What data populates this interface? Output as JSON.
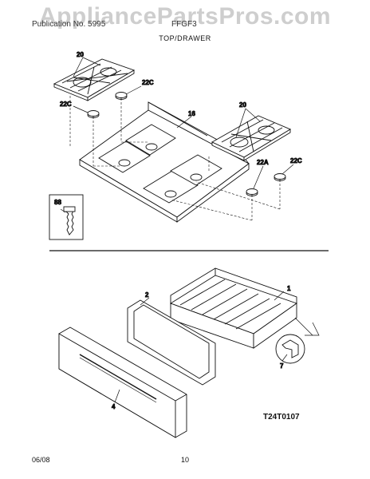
{
  "watermark": "AppliancePartsPros.com",
  "header": {
    "publication": "Publication No. 5995",
    "model": "FFGF3",
    "section_title": "TOP/DRAWER"
  },
  "callouts": {
    "grate_left": "20",
    "grate_right": "20",
    "cap_22c_a": "22C",
    "cap_22c_b": "22C",
    "cap_22c_c": "22C",
    "cap_22a": "22A",
    "cooktop": "16",
    "screw": "88",
    "drawer": "1",
    "liner": "2",
    "front_panel": "4",
    "clip": "7"
  },
  "footer": {
    "date": "06/08",
    "page": "10",
    "drawing_code": "T24T0107"
  }
}
